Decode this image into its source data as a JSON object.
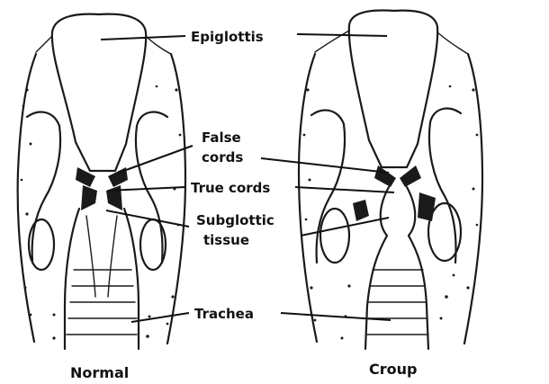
{
  "labels": {
    "epiglottis": "Epiglottis",
    "false_cords_1": "False",
    "false_cords_2": "cords",
    "true_cords": "True cords",
    "subglottic_1": "Subglottic",
    "subglottic_2": "tissue",
    "trachea": "Trachea"
  },
  "captions": {
    "left": "Normal",
    "right": "Croup"
  }
}
